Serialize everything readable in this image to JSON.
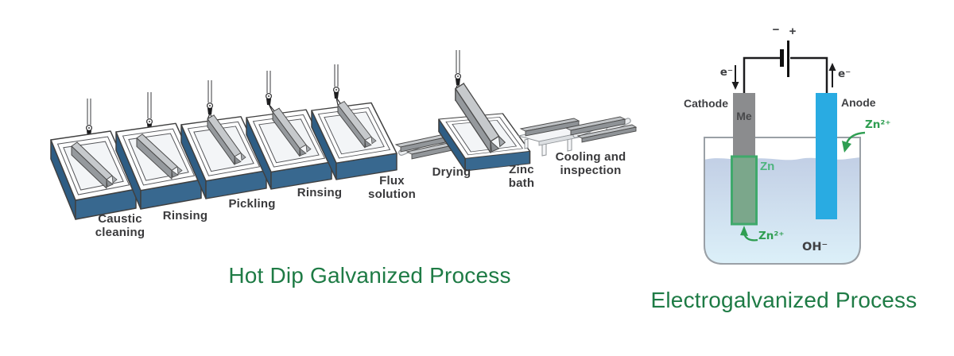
{
  "hot_dip": {
    "title": "Hot Dip Galvanized Process",
    "stations": [
      {
        "label": "Caustic\ncleaning"
      },
      {
        "label": "Rinsing"
      },
      {
        "label": "Pickling"
      },
      {
        "label": "Rinsing"
      },
      {
        "label": "Flux\nsolution"
      },
      {
        "label": "Drying"
      },
      {
        "label": "Zinc\nbath"
      },
      {
        "label": "Cooling and\ninspection"
      }
    ]
  },
  "electro": {
    "title": "Electrogalvanized Process",
    "cathode_label": "Cathode",
    "cathode_material": "Me",
    "anode_label": "Anode",
    "electron_left": "e⁻",
    "electron_right": "e⁻",
    "battery_minus": "−",
    "battery_plus": "+",
    "zinc_coating_label": "Zn",
    "zinc_ion_top": "Zn²⁺",
    "zinc_ion_bottom": "Zn²⁺",
    "hydroxide_label": "OH⁻"
  },
  "colors": {
    "title_green": "#1e7b45",
    "ion_green": "#2f9e52",
    "zinc_coat_green": "#3fa96b",
    "tank_blue": "#38688f",
    "anode_blue": "#29abe2",
    "cathode_gray": "#8b8c8e",
    "label_gray": "#3a3a3c"
  }
}
